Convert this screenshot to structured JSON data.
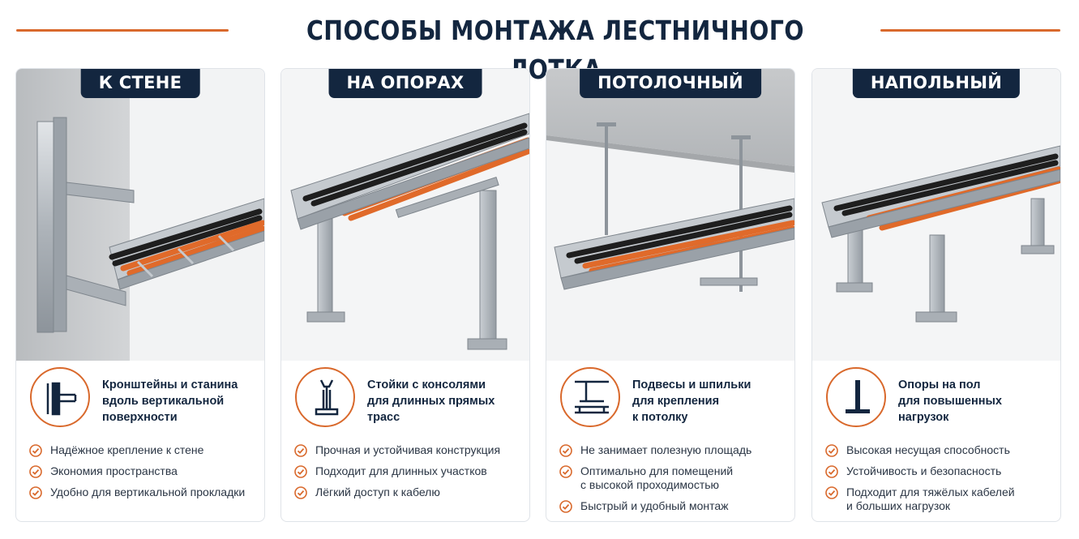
{
  "header": {
    "title": "СПОСОБЫ МОНТАЖА ЛЕСТНИЧНОГО ЛОТКА"
  },
  "colors": {
    "accent": "#d9692c",
    "navy": "#13263f",
    "cable_orange": "#e06a2a"
  },
  "cards": [
    {
      "tag": "К СТЕНЕ",
      "icon": "wall-bracket-icon",
      "desc": [
        "Кронштейны и станина",
        "вдоль вертикальной",
        "поверхности"
      ],
      "bullets": [
        "Надёжное крепление к стене",
        "Экономия пространства",
        "Удобно для вертикальной прокладки"
      ]
    },
    {
      "tag": "НА ОПОРАХ",
      "icon": "support-post-icon",
      "desc": [
        "Стойки с консолями",
        "для длинных прямых",
        "трасс"
      ],
      "bullets": [
        "Прочная и устойчивая конструкция",
        "Подходит для длинных участков",
        "Лёгкий доступ к кабелю"
      ]
    },
    {
      "tag": "ПОТОЛОЧНЫЙ",
      "icon": "ceiling-hanger-icon",
      "desc": [
        "Подвесы и шпильки",
        "для крепления",
        "к потолку"
      ],
      "bullets": [
        "Не занимает полезную площадь",
        "Оптимально для помещений\nс высокой проходимостью",
        "Быстрый и удобный монтаж"
      ]
    },
    {
      "tag": "НАПОЛЬНЫЙ",
      "icon": "floor-support-icon",
      "desc": [
        "Опоры на пол",
        "для повышенных",
        "нагрузок"
      ],
      "bullets": [
        "Высокая несущая способность",
        "Устойчивость и безопасность",
        "Подходит для тяжёлых кабелей\nи больших нагрузок"
      ]
    }
  ]
}
